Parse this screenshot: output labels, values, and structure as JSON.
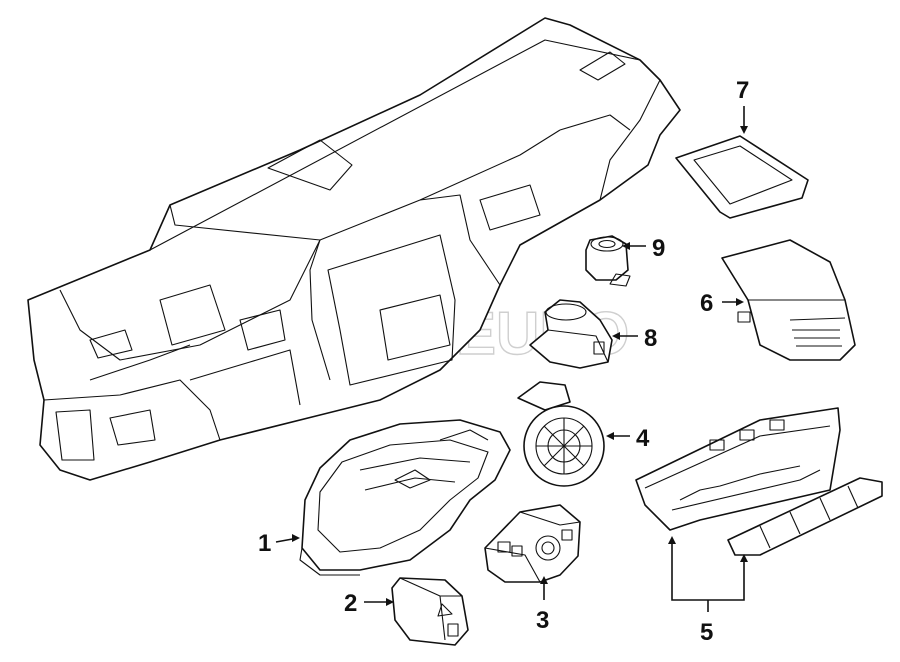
{
  "watermark": {
    "text": "FCPEURO"
  },
  "callouts": [
    {
      "id": "1",
      "label": "1"
    },
    {
      "id": "2",
      "label": "2"
    },
    {
      "id": "3",
      "label": "3"
    },
    {
      "id": "4",
      "label": "4"
    },
    {
      "id": "5",
      "label": "5"
    },
    {
      "id": "6",
      "label": "6"
    },
    {
      "id": "7",
      "label": "7"
    },
    {
      "id": "8",
      "label": "8"
    },
    {
      "id": "9",
      "label": "9"
    }
  ],
  "colors": {
    "line": "#111111",
    "background": "#ffffff",
    "watermark": "#cfcfcf"
  }
}
